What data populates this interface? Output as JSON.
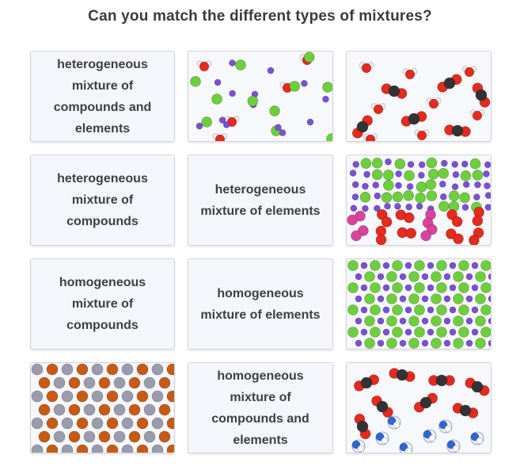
{
  "page": {
    "title": "Can you match the different types of mixtures?"
  },
  "cards": [
    {
      "kind": "text",
      "label": "heterogeneous mixture of compounds and elements"
    },
    {
      "kind": "image",
      "image": "hetero-water-and-elements",
      "description": "water molecules with green and purple atoms"
    },
    {
      "kind": "image",
      "image": "water-and-carbon-dioxide",
      "description": "water and carbon dioxide molecules"
    },
    {
      "kind": "text",
      "label": "heterogeneous mixture of compounds"
    },
    {
      "kind": "text",
      "label": "heterogeneous mixture of elements"
    },
    {
      "kind": "image",
      "image": "hetero-elements-and-diatomics",
      "description": "green and purple atoms with red and pink diatomic molecules"
    },
    {
      "kind": "text",
      "label": "homogeneous mixture of compounds"
    },
    {
      "kind": "text",
      "label": "homogeneous mixture of elements"
    },
    {
      "kind": "image",
      "image": "homo-green-purple-atoms",
      "description": "evenly mixed green and purple atoms"
    },
    {
      "kind": "image",
      "image": "homo-grey-orange-atoms",
      "description": "evenly mixed grey and orange atoms"
    },
    {
      "kind": "text",
      "label": "homogeneous mixture of compounds and elements"
    },
    {
      "kind": "image",
      "image": "co2-and-blue-molecules",
      "description": "carbon dioxide molecules with blue-white molecules"
    }
  ],
  "colors": {
    "green": "#6ecf3c",
    "purple": "#7b4fd8",
    "red": "#e52a1e",
    "white": "#f2f2f2",
    "black": "#333333",
    "pink": "#d8449c",
    "grey": "#9a9cae",
    "orange": "#c85a14",
    "blue": "#2b66d6"
  }
}
